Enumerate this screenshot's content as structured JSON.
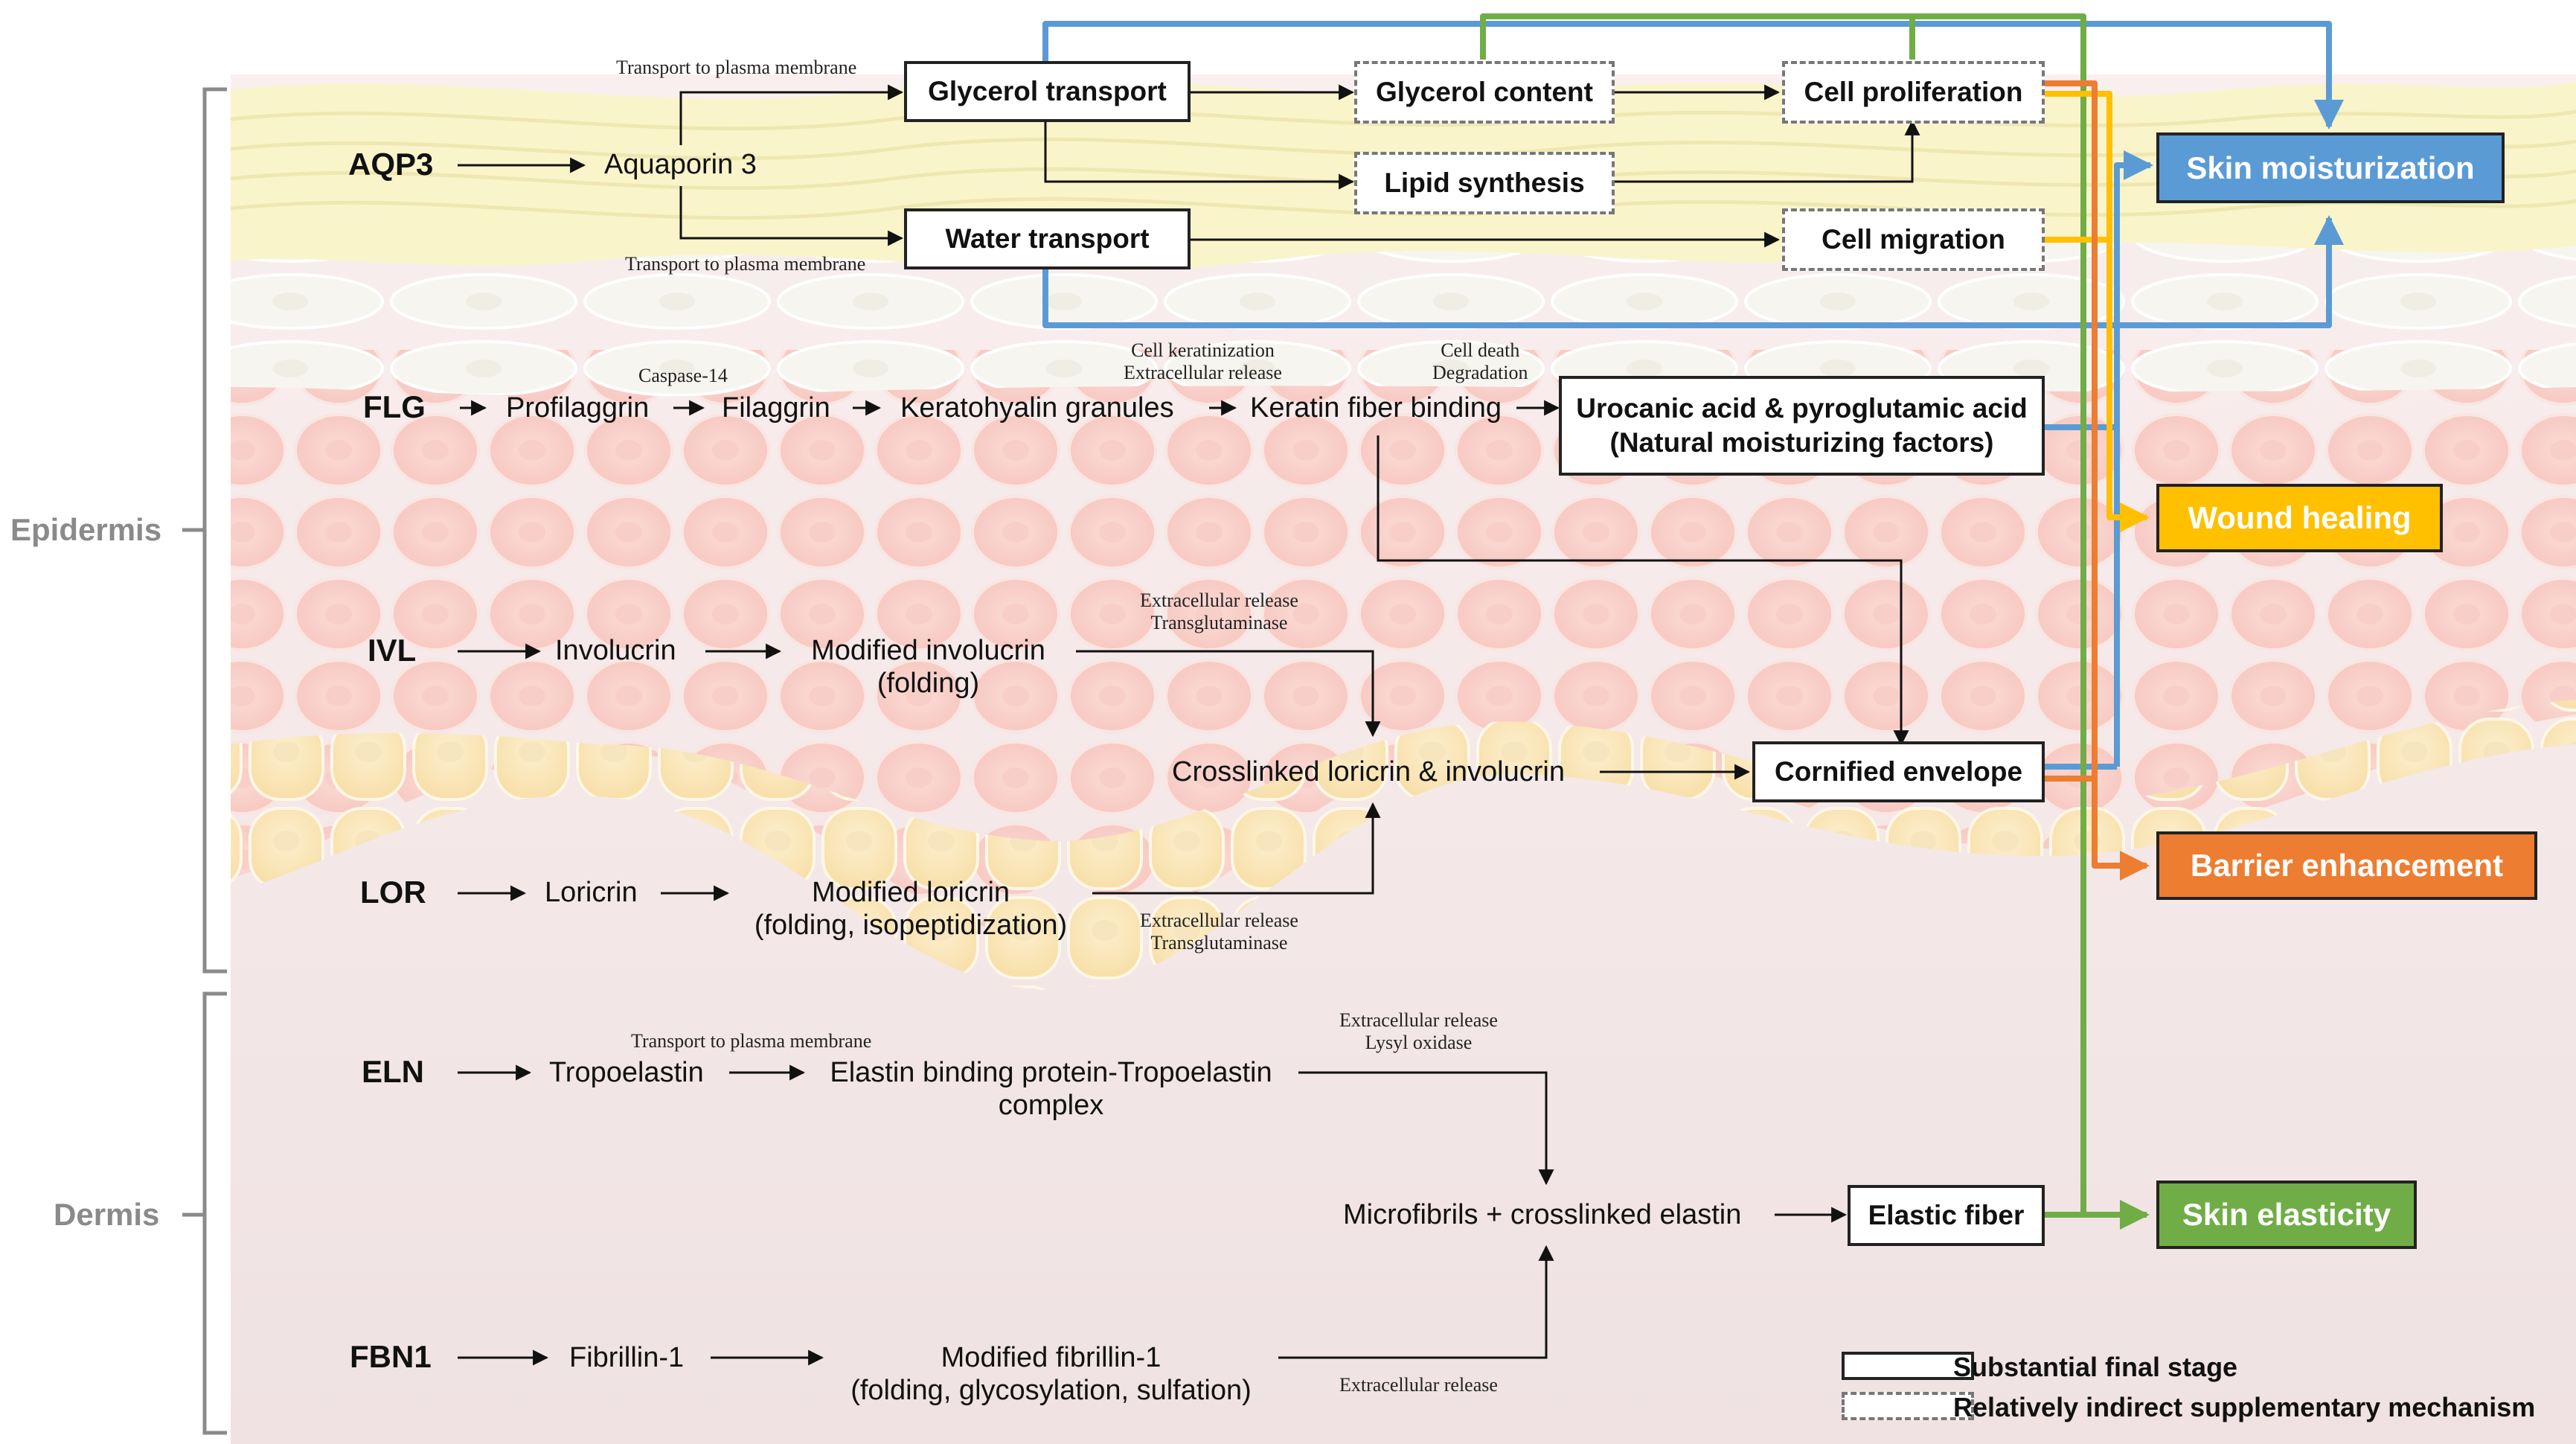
{
  "colors": {
    "blue": "#5b9bd5",
    "yellow": "#ffc000",
    "orange": "#ed7d31",
    "green": "#70ad47",
    "bracket": "#8a8a8a"
  },
  "layers": {
    "epidermis": "Epidermis",
    "dermis": "Dermis"
  },
  "genes": {
    "aqp3": "AQP3",
    "flg": "FLG",
    "ivl": "IVL",
    "lor": "LOR",
    "eln": "ELN",
    "fbn1": "FBN1"
  },
  "nodes": {
    "aquaporin3": "Aquaporin 3",
    "glycerol_transport": "Glycerol transport",
    "water_transport": "Water transport",
    "glycerol_content": "Glycerol content",
    "lipid_synthesis": "Lipid synthesis",
    "cell_proliferation": "Cell proliferation",
    "cell_migration": "Cell migration",
    "profilaggrin": "Profilaggrin",
    "filaggrin": "Filaggrin",
    "keratohyalin": "Keratohyalin granules",
    "keratin_binding": "Keratin fiber binding",
    "nmf_line1": "Urocanic acid & pyroglutamic acid",
    "nmf_line2": "(Natural moisturizing factors)",
    "involucrin": "Involucrin",
    "mod_involucrin_1": "Modified involucrin",
    "mod_involucrin_2": "(folding)",
    "crosslinked": "Crosslinked loricrin & involucrin",
    "cornified": "Cornified envelope",
    "loricrin": "Loricrin",
    "mod_loricrin_1": "Modified loricrin",
    "mod_loricrin_2": "(folding, isopeptidization)",
    "tropoelastin": "Tropoelastin",
    "ebp_complex_1": "Elastin binding protein-Tropoelastin",
    "ebp_complex_2": "complex",
    "microfibrils": "Microfibrils + crosslinked elastin",
    "elastic_fiber": "Elastic fiber",
    "fibrillin1": "Fibrillin-1",
    "mod_fibrillin_1": "Modified fibrillin-1",
    "mod_fibrillin_2": "(folding, glycosylation, sulfation)"
  },
  "annotations": {
    "transport_top": "Transport to plasma membrane",
    "transport_bottom": "Transport to plasma membrane",
    "caspase": "Caspase-14",
    "keratinization_1": "Cell keratinization",
    "keratinization_2": "Extracellular release",
    "death_1": "Cell death",
    "death_2": "Degradation",
    "ivl_release_1": "Extracellular release",
    "ivl_release_2": "Transglutaminase",
    "lor_release_1": "Extracellular release",
    "lor_release_2": "Transglutaminase",
    "eln_transport": "Transport to plasma membrane",
    "eln_release_1": "Extracellular release",
    "eln_release_2": "Lysyl oxidase",
    "fbn_release": "Extracellular release"
  },
  "outcomes": {
    "moisturization": "Skin moisturization",
    "wound_healing": "Wound healing",
    "barrier": "Barrier enhancement",
    "elasticity": "Skin elasticity"
  },
  "legend": {
    "solid": "Substantial final stage",
    "dashed": "Relatively indirect supplementary mechanism"
  }
}
